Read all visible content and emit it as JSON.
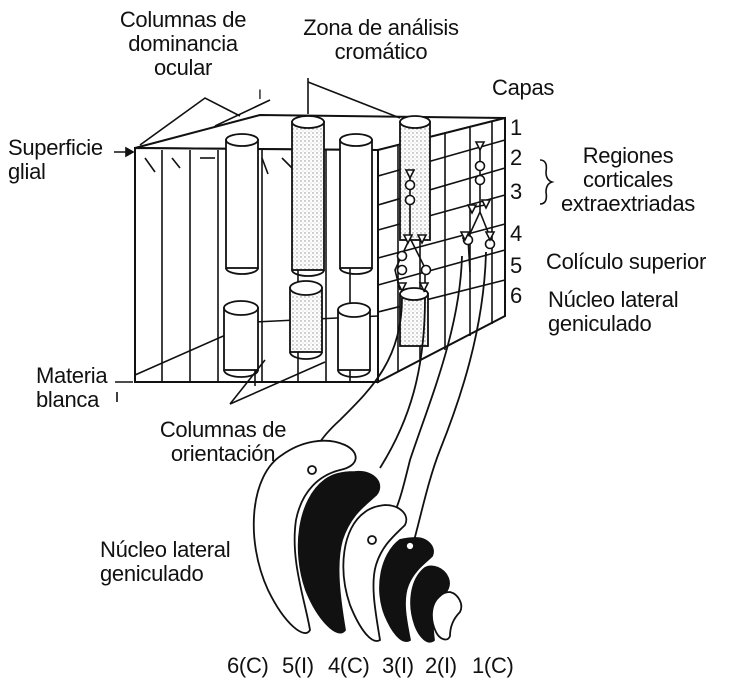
{
  "labels": {
    "ocular_dominance": "Columnas de\ndominancia\nocular",
    "chromatic_zone": "Zona de análisis\ncromático",
    "layers_title": "Capas",
    "glial_surface": "Superficie\nglial",
    "white_matter": "Materia\nblanca",
    "orientation_columns": "Columnas de\norientación",
    "extrastriate": "Regiones\ncorticales\nextraextriadas",
    "superior_colliculus": "Colículo superior",
    "lgn_right": "Núcleo lateral\ngeniculado",
    "lgn_left": "Núcleo lateral\ngeniculado",
    "column_mark": "I"
  },
  "layers": [
    "1",
    "2",
    "3",
    "4",
    "5",
    "6"
  ],
  "lgn_layers": [
    "6(C)",
    "5(I)",
    "4(C)",
    "3(I)",
    "2(I)",
    "1(C)"
  ],
  "colors": {
    "ink": "#111111",
    "stipple": "#bdbdbd",
    "background": "#ffffff"
  }
}
